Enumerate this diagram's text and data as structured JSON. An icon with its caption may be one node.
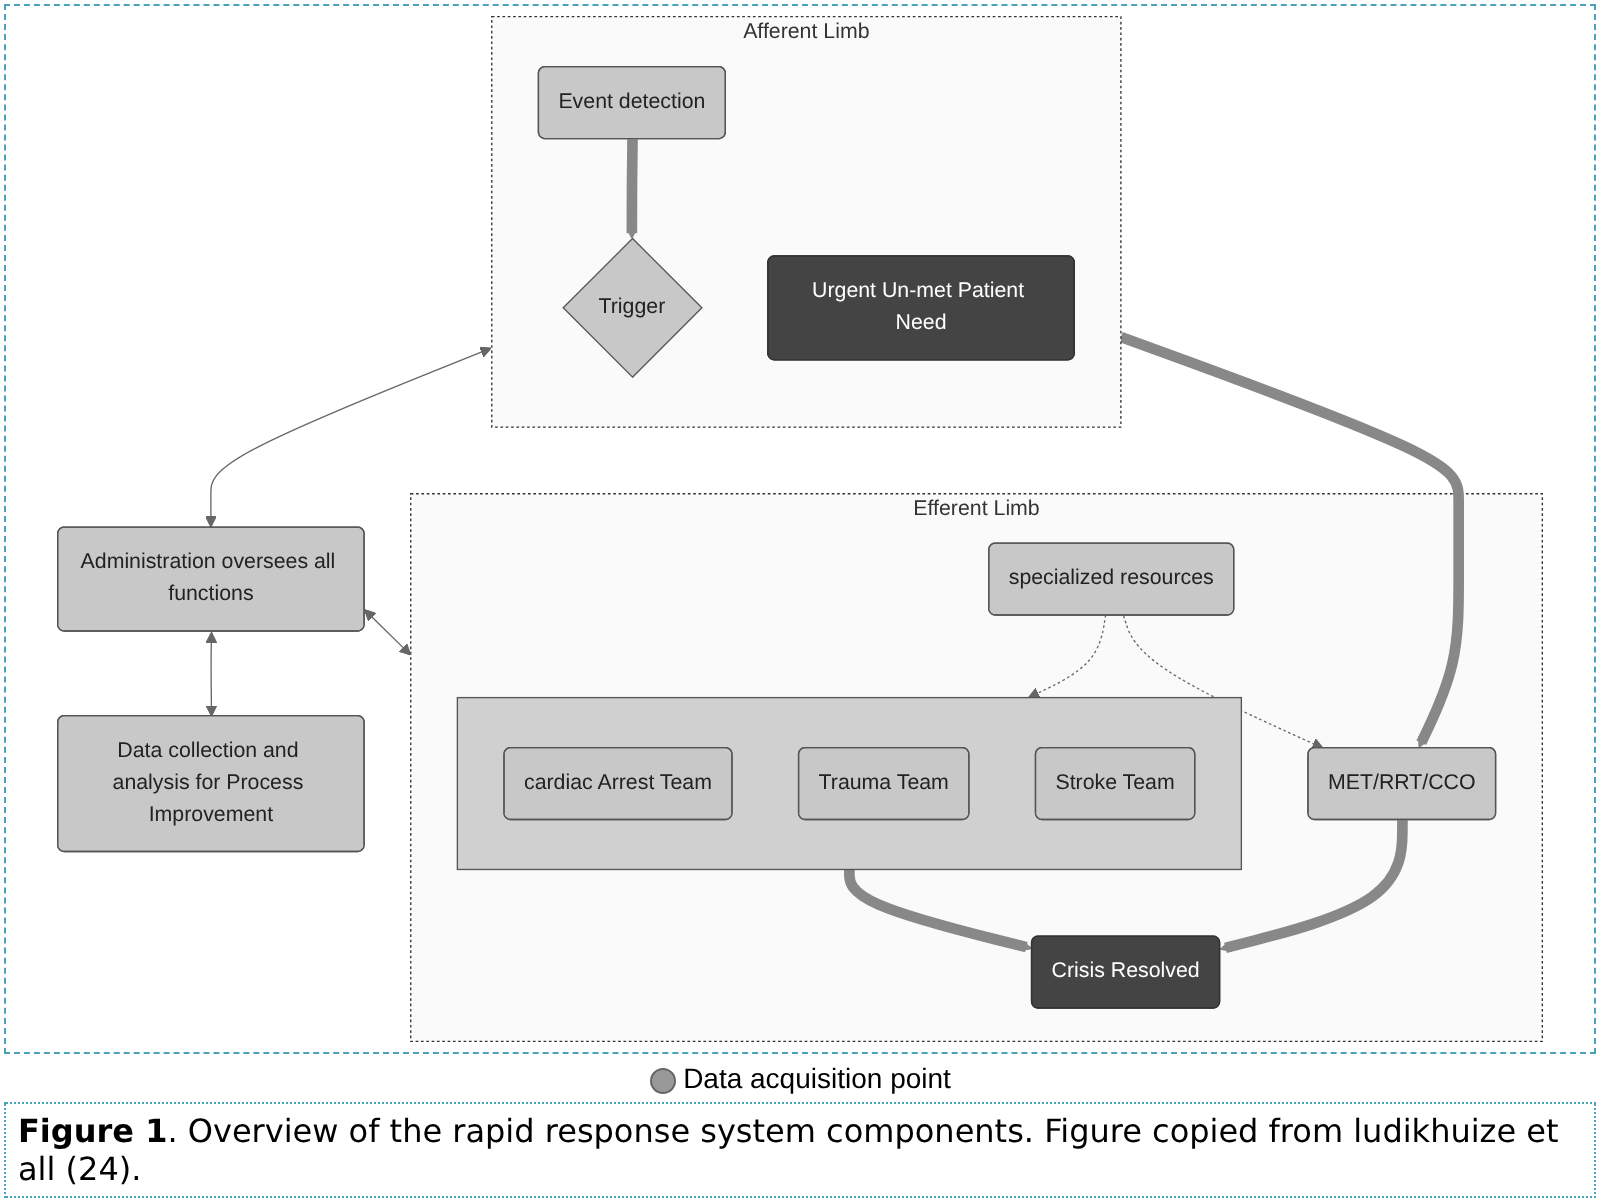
{
  "diagram": {
    "caption": "**Figure 1**. Overview of the rapid response system components. Figure copied from ludikhuize et all (24).",
    "nodes": [
      {
        "text": [
          "Afferent Limb"
        ]
      },
      {
        "text": [
          "Trigger"
        ],
        "in": 0
      },
      {
        "text": [
          "Event detection"
        ],
        "in": 0
      },
      {
        "text": [
          "Urgent Un-met Patient Need"
        ],
        "in": 0
      },
      {
        "text": [
          "Efferent Limb"
        ]
      },
      {
        "text": [
          "MET/RRT/CCO"
        ],
        "in": 4
      },
      {
        "text": [
          "specialized resources"
        ],
        "in": 4
      },
      {
        "text": [
          "Crisis Resolved"
        ],
        "in": 4
      },
      {
        "text": [],
        "shape": "box",
        "in": 4
      },
      {
        "text": [
          "cardiac Arrest Team"
        ],
        "in": 8
      },
      {
        "text": [
          "Trauma Team"
        ],
        "in": 8
      },
      {
        "text": [
          "Stroke Team"
        ],
        "in": 8
      },
      {
        "text": [
          "Administration oversees all functions"
        ]
      },
      {
        "text": [
          "Data collection and analysis for Process Improvement"
        ]
      }
    ],
    "edges": [
      {
        "from": 2,
        "to": 1,
        "arrow": "to",
        "style": "thick"
      },
      {
        "from": 0,
        "to": 5,
        "arrow": "to",
        "style": "thick"
      },
      {
        "from": 5,
        "to": 7,
        "arrow": "to",
        "style": "thick"
      },
      {
        "from": 8,
        "to": 7,
        "arrow": "to",
        "style": "thick"
      },
      {
        "from": 6,
        "to": 5,
        "arrow": "to",
        "style": "dashed"
      },
      {
        "from": 6,
        "to": 8,
        "arrow": "to",
        "style": "dashed"
      },
      {
        "from": 0,
        "to": 12,
        "arrow": "both"
      },
      {
        "from": 12,
        "to": 4,
        "arrow": "both"
      },
      {
        "from": 12,
        "to": 13,
        "arrow": "both"
      }
    ],
    "legend": [
      {
        "text": "Data acquisition point"
      }
    ]
  }
}
